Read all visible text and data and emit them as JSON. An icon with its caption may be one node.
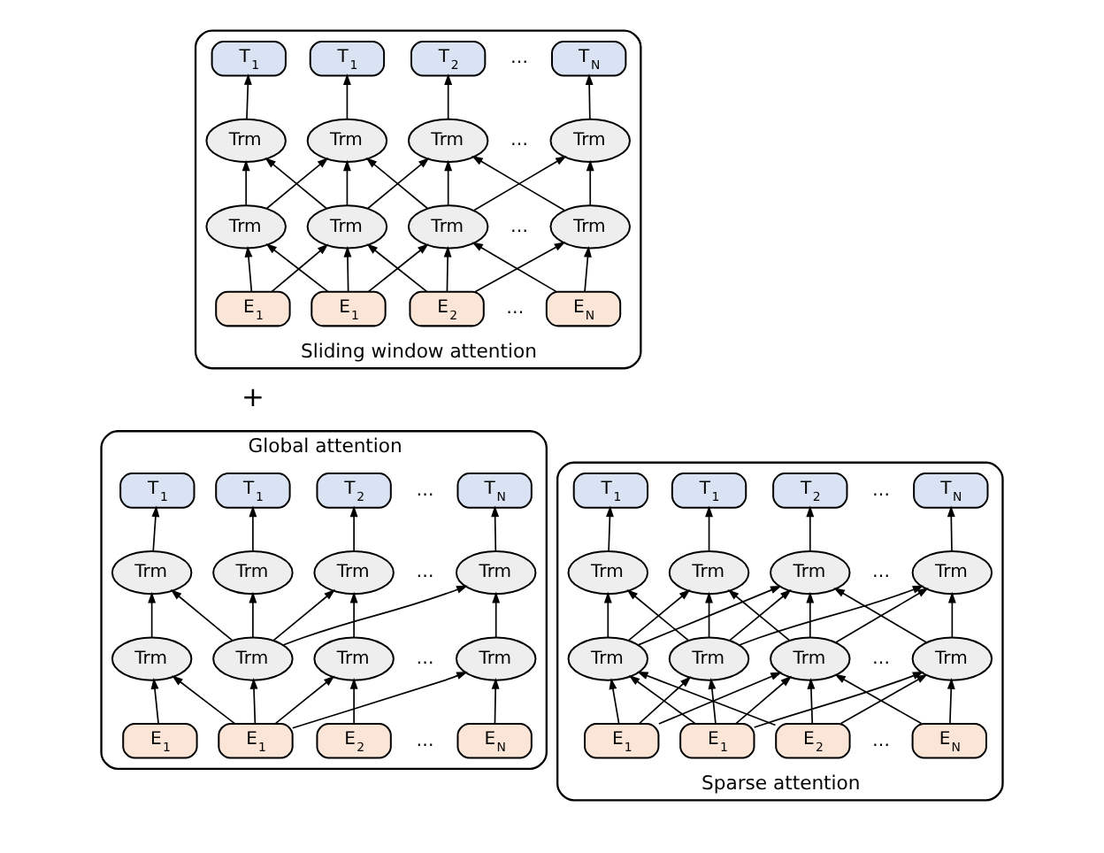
{
  "diagram": {
    "nodes": [
      {
        "text": [
          "Sliding window attention"
        ]
      },
      {
        "text": [
          "T$_{1}$"
        ],
        "in": 0
      },
      {
        "text": [
          "T$_{1}$"
        ],
        "in": 0
      },
      {
        "text": [
          "T$_{2}$"
        ],
        "in": 0
      },
      {
        "text": [
          "T$_{N}$"
        ],
        "in": 0
      },
      {
        "text": [
          "Trm"
        ],
        "in": 0
      },
      {
        "text": [
          "Trm"
        ],
        "in": 0
      },
      {
        "text": [
          "Trm"
        ],
        "in": 0
      },
      {
        "text": [
          "Trm"
        ],
        "in": 0
      },
      {
        "text": [
          "Trm"
        ],
        "in": 0
      },
      {
        "text": [
          "Trm"
        ],
        "in": 0
      },
      {
        "text": [
          "Trm"
        ],
        "in": 0
      },
      {
        "text": [
          "Trm"
        ],
        "in": 0
      },
      {
        "text": [
          "E$_{1}$"
        ],
        "in": 0
      },
      {
        "text": [
          "E$_{1}$"
        ],
        "in": 0
      },
      {
        "text": [
          "E$_{2}$"
        ],
        "in": 0
      },
      {
        "text": [
          "E$_{N}$"
        ],
        "in": 0
      },
      {
        "text": [
          "Sparse attention"
        ]
      },
      {
        "text": [
          "T$_{1}$"
        ],
        "in": 17
      },
      {
        "text": [
          "T$_{1}$"
        ],
        "in": 17
      },
      {
        "text": [
          "T$_{2}$"
        ],
        "in": 17
      },
      {
        "text": [
          "T$_{N}$"
        ],
        "in": 17
      },
      {
        "text": [
          "Trm"
        ],
        "in": 17
      },
      {
        "text": [
          "Trm"
        ],
        "in": 17
      },
      {
        "text": [
          "Trm"
        ],
        "in": 17
      },
      {
        "text": [
          "Trm"
        ],
        "in": 17
      },
      {
        "text": [
          "Trm"
        ],
        "in": 17
      },
      {
        "text": [
          "Trm"
        ],
        "in": 17
      },
      {
        "text": [
          "Trm"
        ],
        "in": 17
      },
      {
        "text": [
          "Trm"
        ],
        "in": 17
      },
      {
        "text": [
          "E$_{1}$"
        ],
        "in": 17
      },
      {
        "text": [
          "E$_{1}$"
        ],
        "in": 17
      },
      {
        "text": [
          "E$_{2}$"
        ],
        "in": 17
      },
      {
        "text": [
          "E$_{N}$"
        ],
        "in": 17
      },
      {
        "text": [
          "Global attention"
        ]
      },
      {
        "text": [
          "T$_{1}$"
        ],
        "in": 34
      },
      {
        "text": [
          "T$_{1}$"
        ],
        "in": 34
      },
      {
        "text": [
          "T$_{2}$"
        ],
        "in": 34
      },
      {
        "text": [
          "T$_{N}$"
        ],
        "in": 34
      },
      {
        "text": [
          "Trm"
        ],
        "in": 34
      },
      {
        "text": [
          "Trm"
        ],
        "in": 34
      },
      {
        "text": [
          "Trm"
        ],
        "in": 34
      },
      {
        "text": [
          "Trm"
        ],
        "in": 34
      },
      {
        "text": [
          "Trm"
        ],
        "in": 34
      },
      {
        "text": [
          "Trm"
        ],
        "in": 34
      },
      {
        "text": [
          "Trm"
        ],
        "in": 34
      },
      {
        "text": [
          "Trm"
        ],
        "in": 34
      },
      {
        "text": [
          "E$_{1}$"
        ],
        "in": 34
      },
      {
        "text": [
          "E$_{1}$"
        ],
        "in": 34
      },
      {
        "text": [
          "E$_{2}$"
        ],
        "in": 34
      },
      {
        "text": [
          "E$_{N}$"
        ],
        "in": 34
      }
    ],
    "edges": [
      {
        "from": 13,
        "to": 9,
        "arrow": "to"
      },
      {
        "from": 13,
        "to": 10,
        "arrow": "to"
      },
      {
        "from": 14,
        "to": 9,
        "arrow": "to"
      },
      {
        "from": 14,
        "to": 10,
        "arrow": "to"
      },
      {
        "from": 14,
        "to": 11,
        "arrow": "to"
      },
      {
        "from": 15,
        "to": 10,
        "arrow": "to"
      },
      {
        "from": 15,
        "to": 11,
        "arrow": "to"
      },
      {
        "from": 15,
        "to": 12,
        "arrow": "to"
      },
      {
        "from": 16,
        "to": 11,
        "arrow": "to"
      },
      {
        "from": 16,
        "to": 12,
        "arrow": "to"
      },
      {
        "from": 9,
        "to": 5,
        "arrow": "to"
      },
      {
        "from": 9,
        "to": 6,
        "arrow": "to"
      },
      {
        "from": 10,
        "to": 5,
        "arrow": "to"
      },
      {
        "from": 10,
        "to": 6,
        "arrow": "to"
      },
      {
        "from": 10,
        "to": 7,
        "arrow": "to"
      },
      {
        "from": 11,
        "to": 6,
        "arrow": "to"
      },
      {
        "from": 11,
        "to": 7,
        "arrow": "to"
      },
      {
        "from": 11,
        "to": 8,
        "arrow": "to"
      },
      {
        "from": 12,
        "to": 7,
        "arrow": "to"
      },
      {
        "from": 12,
        "to": 8,
        "arrow": "to"
      },
      {
        "from": 5,
        "to": 1,
        "arrow": "to"
      },
      {
        "from": 6,
        "to": 2,
        "arrow": "to"
      },
      {
        "from": 7,
        "to": 3,
        "arrow": "to"
      },
      {
        "from": 8,
        "to": 4,
        "arrow": "to"
      },
      {
        "from": 30,
        "to": 26,
        "arrow": "to"
      },
      {
        "from": 30,
        "to": 27,
        "arrow": "to"
      },
      {
        "from": 30,
        "to": 28,
        "arrow": "to"
      },
      {
        "from": 30,
        "to": 29,
        "arrow": "to"
      },
      {
        "from": 31,
        "to": 26,
        "arrow": "to"
      },
      {
        "from": 31,
        "to": 27,
        "arrow": "to"
      },
      {
        "from": 31,
        "to": 28,
        "arrow": "to"
      },
      {
        "from": 32,
        "to": 27,
        "arrow": "to"
      },
      {
        "from": 32,
        "to": 28,
        "arrow": "to"
      },
      {
        "from": 32,
        "to": 29,
        "arrow": "to"
      },
      {
        "from": 33,
        "to": 28,
        "arrow": "to"
      },
      {
        "from": 33,
        "to": 29,
        "arrow": "to"
      },
      {
        "from": 26,
        "to": 22,
        "arrow": "to"
      },
      {
        "from": 26,
        "to": 23,
        "arrow": "to"
      },
      {
        "from": 26,
        "to": 24,
        "arrow": "to"
      },
      {
        "from": 26,
        "to": 25,
        "arrow": "to"
      },
      {
        "from": 27,
        "to": 22,
        "arrow": "to"
      },
      {
        "from": 27,
        "to": 23,
        "arrow": "to"
      },
      {
        "from": 27,
        "to": 24,
        "arrow": "to"
      },
      {
        "from": 28,
        "to": 23,
        "arrow": "to"
      },
      {
        "from": 28,
        "to": 24,
        "arrow": "to"
      },
      {
        "from": 28,
        "to": 25,
        "arrow": "to"
      },
      {
        "from": 29,
        "to": 24,
        "arrow": "to"
      },
      {
        "from": 29,
        "to": 25,
        "arrow": "to"
      },
      {
        "from": 22,
        "to": 18,
        "arrow": "to"
      },
      {
        "from": 23,
        "to": 19,
        "arrow": "to"
      },
      {
        "from": 24,
        "to": 20,
        "arrow": "to"
      },
      {
        "from": 25,
        "to": 21,
        "arrow": "to"
      },
      {
        "from": 47,
        "to": 43,
        "arrow": "to"
      },
      {
        "from": 47,
        "to": 44,
        "arrow": "to"
      },
      {
        "from": 47,
        "to": 45,
        "arrow": "to"
      },
      {
        "from": 47,
        "to": 46,
        "arrow": "to"
      },
      {
        "from": 48,
        "to": 44,
        "arrow": "to"
      },
      {
        "from": 49,
        "to": 45,
        "arrow": "to"
      },
      {
        "from": 50,
        "to": 46,
        "arrow": "to"
      },
      {
        "from": 43,
        "to": 39,
        "arrow": "to"
      },
      {
        "from": 43,
        "to": 40,
        "arrow": "to"
      },
      {
        "from": 43,
        "to": 41,
        "arrow": "to"
      },
      {
        "from": 43,
        "to": 42,
        "arrow": "to"
      },
      {
        "from": 44,
        "to": 40,
        "arrow": "to"
      },
      {
        "from": 45,
        "to": 41,
        "arrow": "to"
      },
      {
        "from": 46,
        "to": 42,
        "arrow": "to"
      },
      {
        "from": 39,
        "to": 35,
        "arrow": "to"
      },
      {
        "from": 40,
        "to": 36,
        "arrow": "to"
      },
      {
        "from": 41,
        "to": 37,
        "arrow": "to"
      },
      {
        "from": 42,
        "to": 38,
        "arrow": "to"
      }
    ],
    "labels": [
      "…",
      "…",
      "…",
      "…",
      "…",
      "…",
      "…",
      "…",
      "+",
      "…",
      "…",
      "…",
      "…"
    ]
  }
}
